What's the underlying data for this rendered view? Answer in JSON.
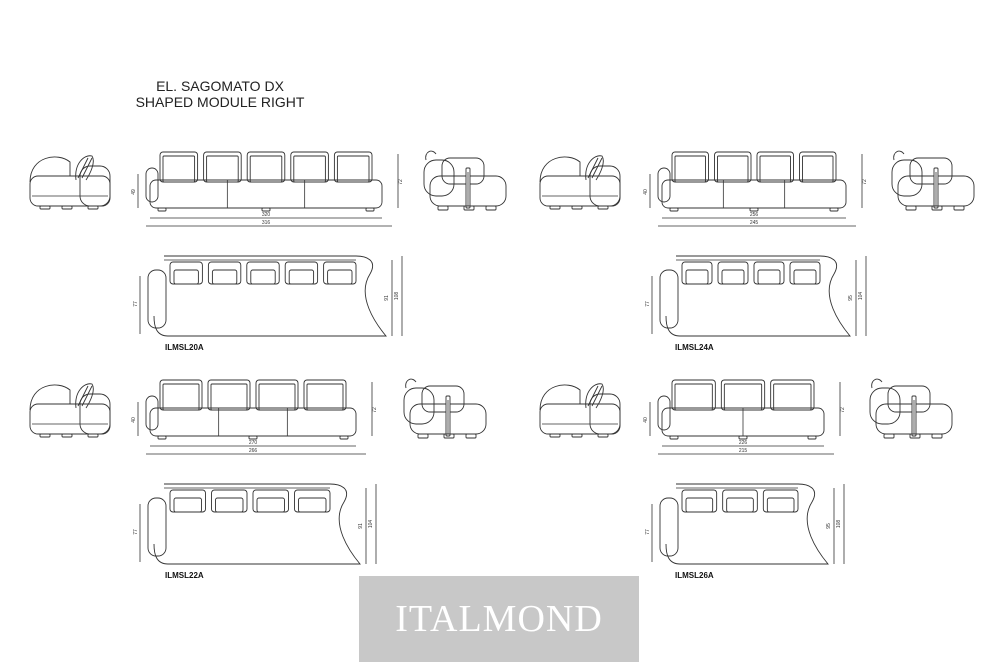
{
  "header": {
    "title_line1": "EL. SAGOMATO DX",
    "title_line2": "SHAPED MODULE RIGHT"
  },
  "watermark": {
    "text": "ITALMOND",
    "color": "#c8c8c8"
  },
  "modules": [
    {
      "code": "ILMSL20A",
      "seats": 5,
      "dimensions": {
        "side_height": "49",
        "back_height": "72",
        "seat_width": "320",
        "total_width": "316",
        "seat_depth": "77",
        "inner_depth": "91",
        "total_depth": "108"
      }
    },
    {
      "code": "ILMSL24A",
      "seats": 4,
      "dimensions": {
        "side_height": "40",
        "back_height": "72",
        "seat_width": "256",
        "total_width": "245",
        "seat_depth": "77",
        "inner_depth": "95",
        "total_depth": "104"
      }
    },
    {
      "code": "ILMSL22A",
      "seats": 4,
      "dimensions": {
        "side_height": "40",
        "back_height": "72",
        "seat_width": "270",
        "total_width": "266",
        "seat_depth": "77",
        "inner_depth": "91",
        "total_depth": "104"
      }
    },
    {
      "code": "ILMSL26A",
      "seats": 3,
      "dimensions": {
        "side_height": "40",
        "back_height": "72",
        "seat_width": "226",
        "total_width": "215",
        "seat_depth": "77",
        "inner_depth": "95",
        "total_depth": "108"
      }
    }
  ]
}
